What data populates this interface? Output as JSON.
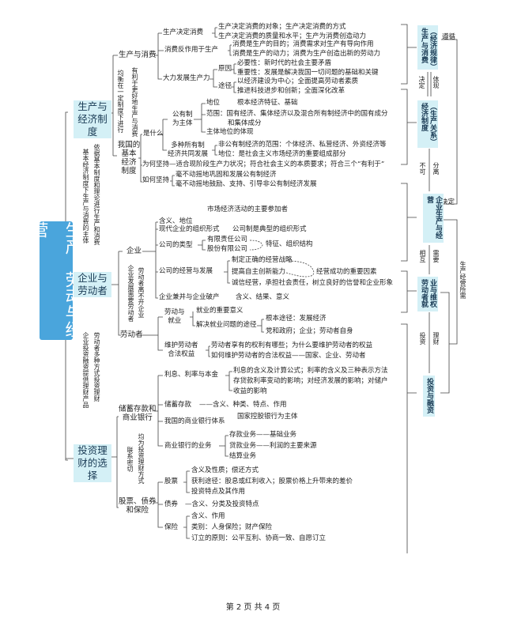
{
  "main_title": "生产、劳动与经营",
  "left": {
    "s1_box": "生产与经济制度",
    "s2_box": "企业与劳动者",
    "s3_box": "投资理财的选择",
    "v1a": "基本经济制度下生产与消费的主体",
    "v1b": "依据基本制度和理论进行生产和消费",
    "v2a": "企业投资融资提供理财产品",
    "v2b": "劳动者多种方式投资理财"
  },
  "s1": {
    "pc": "生产与消费",
    "sys": [
      "我国的",
      "基本",
      "经济",
      "制度"
    ],
    "v_a": "均衡在一定制度下进行",
    "v_b": "有利于更好地生产与消费",
    "decide": "生产决定消费",
    "decide_items": [
      "生产决定消费的对象；生产决定消费的方式",
      "生产决定消费的质量和水平；生产为消费创造动力"
    ],
    "react": "消费反作用于生产",
    "react_items": [
      "消费是生产的目的；消费需求对生产有导向作用",
      "消费是生产的动力；消费为生产创造出新的劳动力"
    ],
    "develop": "大力发展生产力",
    "reason": "原因",
    "reason_items": [
      "必要性：新时代的社会主要矛盾",
      "重要性：发展是解决我国一切问题的基础和关键"
    ],
    "path": "途径",
    "path_items": [
      "以经济建设为中心；全面提高劳动者素质",
      "推进科技进步和创新；全面深化改革"
    ],
    "what": "是什么",
    "public": [
      "公有制",
      "为主体"
    ],
    "pos": "地位",
    "pos_val": "根本经济特征、基础",
    "scope": "范围：国有经济、集体经济以及混合所有制经济中的国有成分",
    "scope2": "和集体成分",
    "embody": "主体地位的体现",
    "multi": [
      "多种所有制",
      "经济共同发展"
    ],
    "multi_items": [
      "非公有制经济的范围：个体经济、私营经济、外资经济等",
      "地位：是社会主义市场经济的重要组成部分"
    ],
    "why": "为何坚持",
    "why_val": "—适合现阶段生产力状况；符合社会主义的本质要求；符合三个“有利于”",
    "how": "如何坚持",
    "how_items": [
      "毫不动摇地巩固和发展公有制经济",
      "毫不动摇地鼓励、支持、引导非公有制经济发展"
    ]
  },
  "s2": {
    "market": "市场经济活动的主要参加者",
    "ent": "企业",
    "worker": "劳动者",
    "v_a": "企业发展需要劳动者",
    "v_b": "劳动者离不开企业",
    "meaning": "含义、地位",
    "modern": "现代企业的组织形式",
    "modern_val": "公司制是典型的组织形式",
    "types": "公司的类型",
    "type_items": [
      "有限责任公司",
      "股份有限公司"
    ],
    "types_val": "特征、组织结构",
    "oper": "公司的经营与发展",
    "oper_items": [
      "制定正确的经营战略",
      "提高自主创新能力",
      "诚信经营，承担社会责任，树立良好的信誉和企业形象"
    ],
    "oper_val": "经营成功的重要因素",
    "merge": "企业兼并与企业破产",
    "merge_val": "含义、结果、意义",
    "labor": [
      "劳动与",
      "就业"
    ],
    "emp_sig": "就业的重要意义",
    "emp_way": "解决就业问题的途径",
    "emp_way_items": [
      "根本途径：发展经济",
      "党和政府；企业；劳动者自身"
    ],
    "rights": [
      "维护劳动者",
      "合法权益"
    ],
    "rights_items": [
      "劳动者享有的权利有哪些；为什么要维护劳动者的权益",
      "如何维护劳动者的合法权益——国家、企业、劳动者"
    ]
  },
  "s3": {
    "bank": [
      "储蓄存款和",
      "商业银行"
    ],
    "stock_group": [
      "股票、债券",
      "和保险"
    ],
    "v_a": "联系密切",
    "v_b": "均为投资理财方式",
    "interest": "利息、利率与本金",
    "interest_items": [
      "利息的含义及计算公式；利率的含义及三种表示方法",
      "存贷款利率变动的影响；对经济发展的影响；对储户",
      "收益的影响"
    ],
    "saving": "储蓄存款",
    "saving_val": "——含义、种类、特点、作用",
    "system": "我国的商业银行体系",
    "system_val": "国家控股银行为主体",
    "biz": "商业银行的业务",
    "biz_items": [
      "存款业务——基础业务",
      "贷款业务——利润的主要来源",
      "结算业务"
    ],
    "stock": "股票",
    "stock_items": [
      "含义及性质；偿还方式",
      "获利途径：股息或红利收入；股票价格上升带来的差价",
      "投资特点及其作用"
    ],
    "bond": "债券",
    "bond_val": "—含义、分类及投资特点",
    "insure": "保险",
    "insure_items": [
      "含义、作用",
      "类别：人身保险；财产保险",
      "订立的原则：公平互利、协商一致、自愿订立"
    ]
  },
  "right": {
    "b1": [
      "（经济规律）",
      "生产与消费"
    ],
    "follow": "遵循",
    "decide": "决定",
    "embody": "体现",
    "b2": [
      "（生产关系）",
      "经济制度"
    ],
    "insep_a": "不可",
    "insep_b": "分离",
    "decide2": "决定",
    "b3": "企业生产与经营",
    "mutual_a": "相互",
    "mutual_b": "需要",
    "b4": [
      "业与维权",
      "劳动者就"
    ],
    "invest_a": "投资",
    "invest_b": "理财",
    "need": "生产经营所需",
    "b5": "投资与融资"
  },
  "footer": "第 2 页 共 4 页",
  "colors": {
    "main": "#4aa5dc",
    "box": "#d4f0f6",
    "text": "#222222"
  }
}
